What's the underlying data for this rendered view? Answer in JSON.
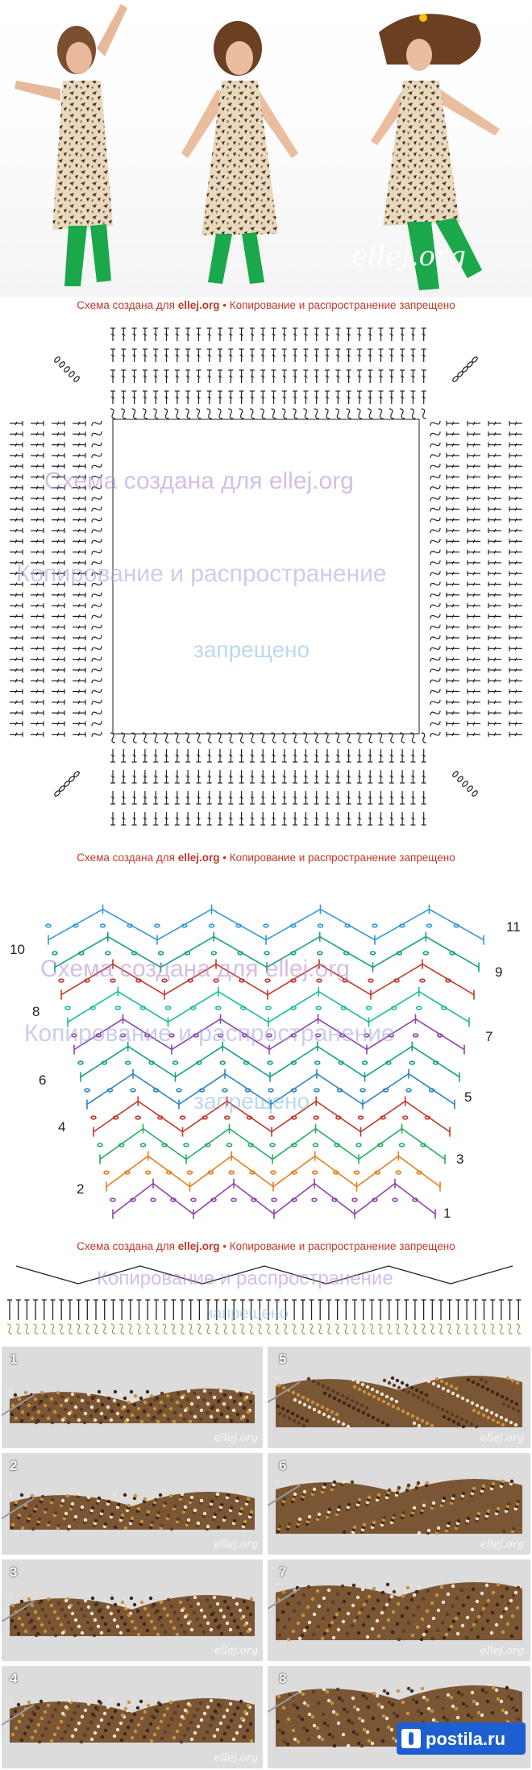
{
  "header": {
    "logo": "ellej.org"
  },
  "captions": {
    "prefix": "Схема создана для ",
    "site": "ellej.org",
    "suffix": " • Копирование и распространение запрещено"
  },
  "watermark": {
    "line1": "Схема создана для ",
    "line1_site": "ellej.org",
    "line2": "Копирование и распространение",
    "line3": "запрещено"
  },
  "chevron_chart": {
    "row_numbers_left": [
      "10",
      "8",
      "6",
      "4",
      "2"
    ],
    "row_numbers_right": [
      "11",
      "9",
      "7",
      "5",
      "3",
      "1"
    ]
  },
  "steps": {
    "left": [
      "1",
      "2",
      "3",
      "4"
    ],
    "right": [
      "5",
      "6",
      "7",
      "8"
    ],
    "logo": "ellej.org"
  },
  "footer": {
    "brand": "postila.ru"
  },
  "colors": {
    "caption_red": "#c0392b",
    "yarn_brown": "#5a3a22",
    "yarn_cream": "#efe3cc",
    "leggings_green": "#1aa84a",
    "footer_blue": "#1d5fd0"
  }
}
